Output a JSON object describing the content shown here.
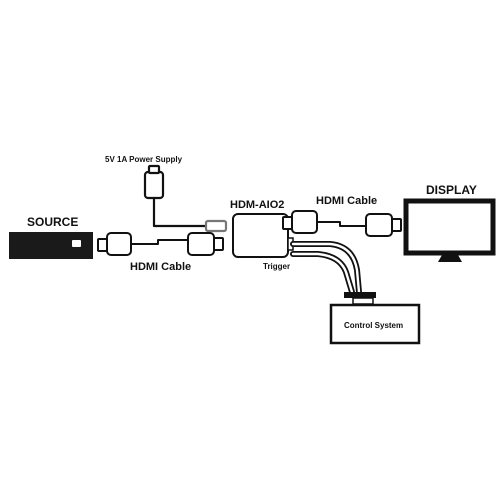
{
  "labels": {
    "power_supply": "5V 1A Power Supply",
    "source": "SOURCE",
    "display": "DISPLAY",
    "hdmi_cable_input": "HDMI Cable",
    "hdmi_cable_output": "HDMI Cable",
    "device": "HDM-AIO2",
    "trigger": "Trigger",
    "control_system": "Control System"
  },
  "colors": {
    "line": "#111111",
    "background": "#ffffff",
    "source_body": "#1a1a1a"
  }
}
